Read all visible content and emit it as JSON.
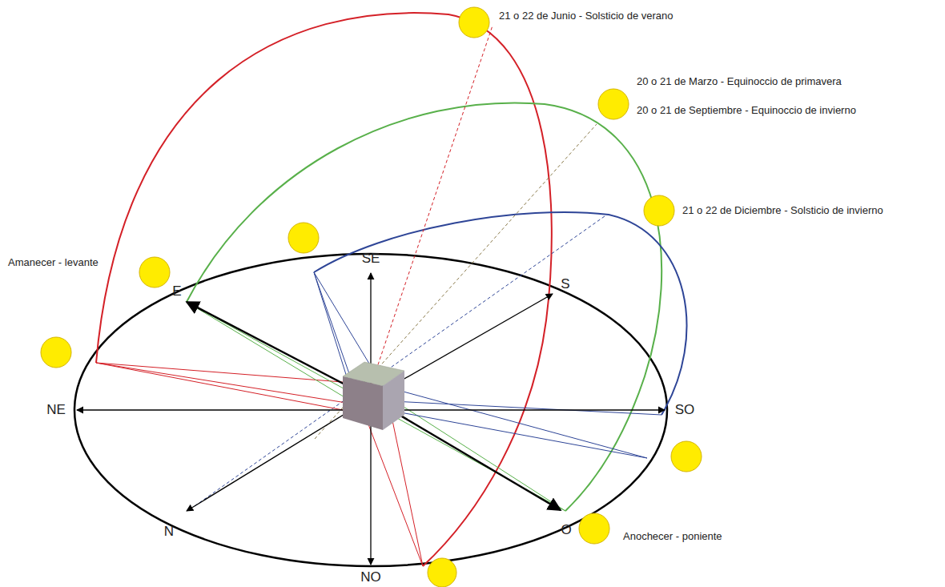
{
  "diagram": {
    "labels": [
      "21 o 22 de Junio - Solsticio de verano",
      "20 o 21 de Marzo - Equinoccio de primavera",
      "20 o 21 de Septiembre - Equinoccio de invierno",
      "21 o 22 de Diciembre - Solsticio de invierno",
      "Amanecer - levante",
      "Anochecer - poniente",
      "SE",
      "E",
      "S",
      "NE",
      "SO",
      "N",
      "NO",
      "O"
    ]
  }
}
